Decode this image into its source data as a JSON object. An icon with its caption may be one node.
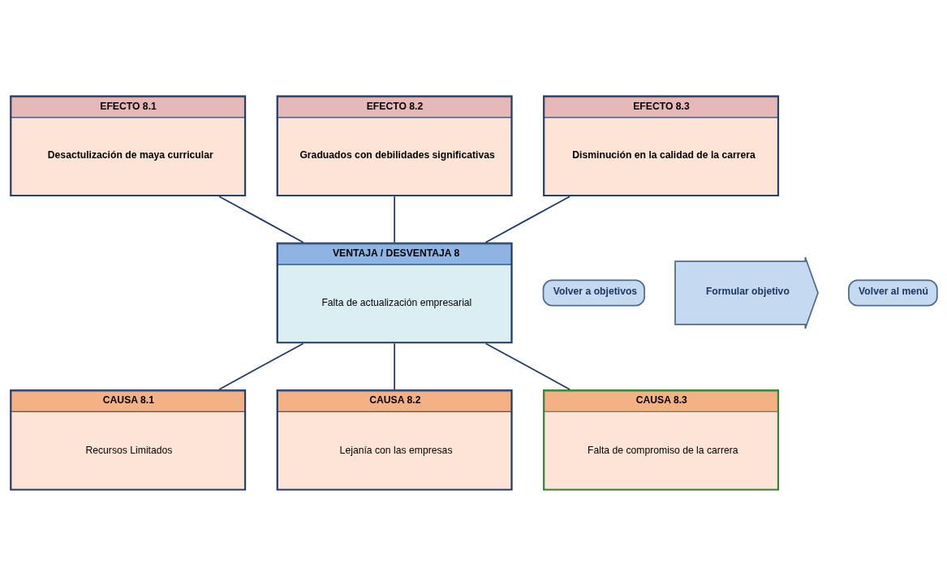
{
  "diagram": {
    "nodes": [
      {
        "text": [
          "EFECTO 8.1",
          "Desactulización de maya curricular"
        ]
      },
      {
        "text": [
          "EFECTO 8.2",
          "Graduados con debilidades significativas"
        ]
      },
      {
        "text": [
          "EFECTO 8.3",
          "Disminución en la calidad de la carrera"
        ]
      },
      {
        "text": [
          "Volver a objetivos"
        ]
      },
      {
        "text": [
          "VENTAJA / DESVENTAJA 8",
          "Falta de actualización empresarial"
        ]
      },
      {
        "text": [
          "Formular objetivo"
        ]
      },
      {
        "text": [
          "Volver al menú"
        ]
      },
      {
        "text": [
          "CAUSA 8.1",
          "Recursos Limitados"
        ]
      },
      {
        "text": [
          "CAUSA 8.2",
          "Lejanía con las empresas"
        ]
      },
      {
        "text": [
          "CAUSA 8.3",
          "Falta de compromiso de la carrera"
        ]
      }
    ],
    "edges": [
      {
        "from": 0,
        "to": 4,
        "arrow": "none"
      },
      {
        "from": 1,
        "to": 4,
        "arrow": "none"
      },
      {
        "from": 2,
        "to": 4,
        "arrow": "none"
      },
      {
        "from": 4,
        "to": 7,
        "arrow": "none"
      },
      {
        "from": 4,
        "to": 8,
        "arrow": "none"
      },
      {
        "from": 4,
        "to": 9,
        "arrow": "none"
      }
    ]
  }
}
